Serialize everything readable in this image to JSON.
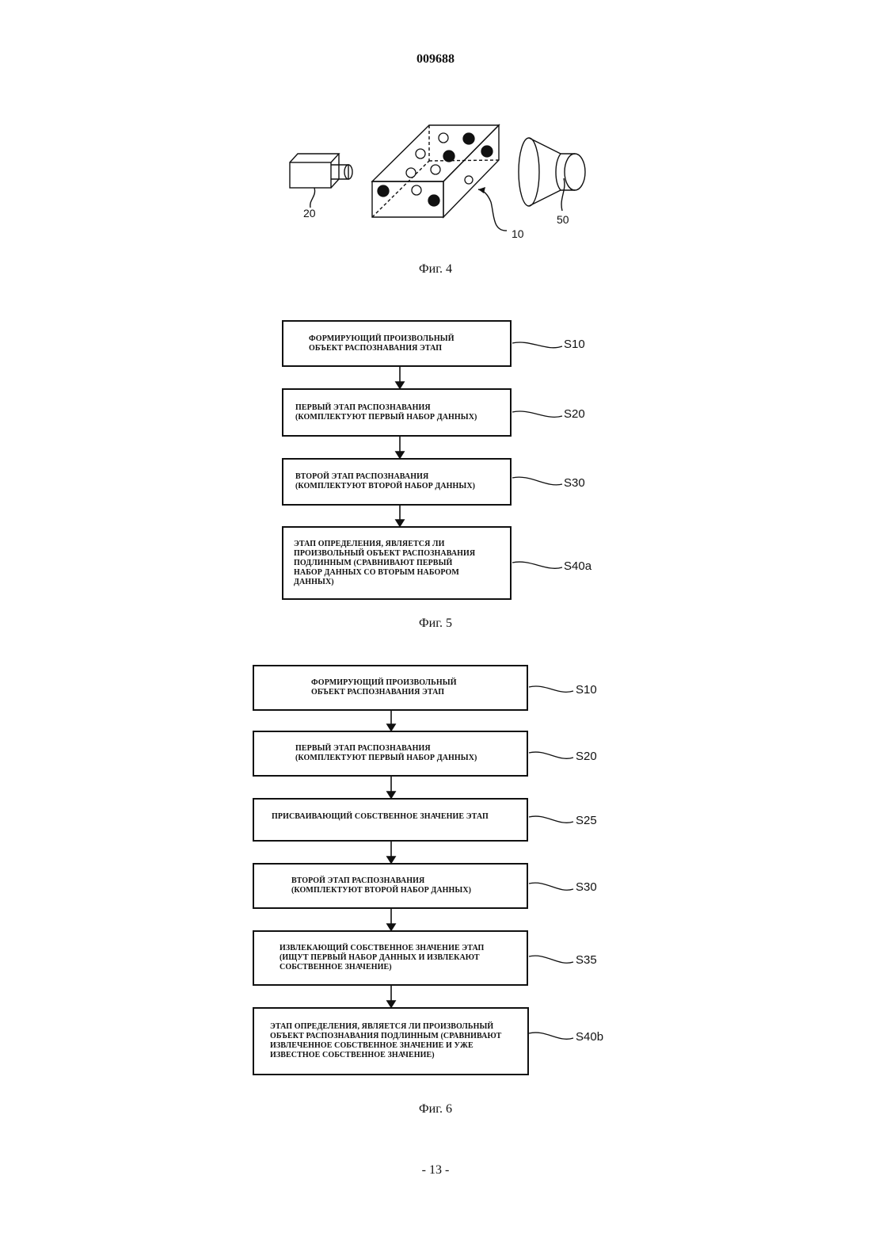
{
  "header": {
    "doc_number": "009688"
  },
  "fig4": {
    "caption": "Фиг. 4",
    "labels": {
      "camera": "20",
      "object": "10",
      "lamp": "50"
    }
  },
  "fig5": {
    "caption": "Фиг. 5",
    "steps": [
      {
        "text": "ФОРМИРУЮЩИЙ ПРОИЗВОЛЬНЫЙ\nОБЪЕКТ РАСПОЗНАВАНИЯ ЭТАП",
        "label": "S10"
      },
      {
        "text": "ПЕРВЫЙ ЭТАП РАСПОЗНАВАНИЯ\n(КОМПЛЕКТУЮТ ПЕРВЫЙ НАБОР ДАННЫХ)",
        "label": "S20"
      },
      {
        "text": "ВТОРОЙ ЭТАП РАСПОЗНАВАНИЯ\n(КОМПЛЕКТУЮТ ВТОРОЙ НАБОР ДАННЫХ)",
        "label": "S30"
      },
      {
        "text": "ЭТАП ОПРЕДЕЛЕНИЯ, ЯВЛЯЕТСЯ ЛИ\nПРОИЗВОЛЬНЫЙ ОБЪЕКТ РАСПОЗНАВАНИЯ\nПОДЛИННЫМ (СРАВНИВАЮТ ПЕРВЫЙ\nНАБОР ДАННЫХ СО ВТОРЫМ НАБОРОМ\nДАННЫХ)",
        "label": "S40a"
      }
    ]
  },
  "fig6": {
    "caption": "Фиг. 6",
    "steps": [
      {
        "text": "ФОРМИРУЮЩИЙ ПРОИЗВОЛЬНЫЙ\nОБЪЕКТ РАСПОЗНАВАНИЯ ЭТАП",
        "label": "S10"
      },
      {
        "text": "ПЕРВЫЙ ЭТАП РАСПОЗНАВАНИЯ\n(КОМПЛЕКТУЮТ ПЕРВЫЙ НАБОР ДАННЫХ)",
        "label": "S20"
      },
      {
        "text": "ПРИСВАИВАЮЩИЙ СОБСТВЕННОЕ ЗНАЧЕНИЕ ЭТАП",
        "label": "S25"
      },
      {
        "text": "ВТОРОЙ ЭТАП РАСПОЗНАВАНИЯ\n(КОМПЛЕКТУЮТ ВТОРОЙ НАБОР ДАННЫХ)",
        "label": "S30"
      },
      {
        "text": "ИЗВЛЕКАЮЩИЙ СОБСТВЕННОЕ ЗНАЧЕНИЕ ЭТАП\n(ИЩУТ ПЕРВЫЙ НАБОР ДАННЫХ И ИЗВЛЕКАЮТ\nСОБСТВЕННОЕ ЗНАЧЕНИЕ)",
        "label": "S35"
      },
      {
        "text": "ЭТАП ОПРЕДЕЛЕНИЯ, ЯВЛЯЕТСЯ ЛИ ПРОИЗВОЛЬНЫЙ\nОБЪЕКТ РАСПОЗНАВАНИЯ ПОДЛИННЫМ (СРАВНИВАЮТ\nИЗВЛЕЧЕННОЕ СОБСТВЕННОЕ ЗНАЧЕНИЕ И УЖЕ\nИЗВЕСТНОЕ СОБСТВЕННОЕ ЗНАЧЕНИЕ)",
        "label": "S40b"
      }
    ]
  },
  "footer": {
    "page_number": "- 13 -"
  }
}
